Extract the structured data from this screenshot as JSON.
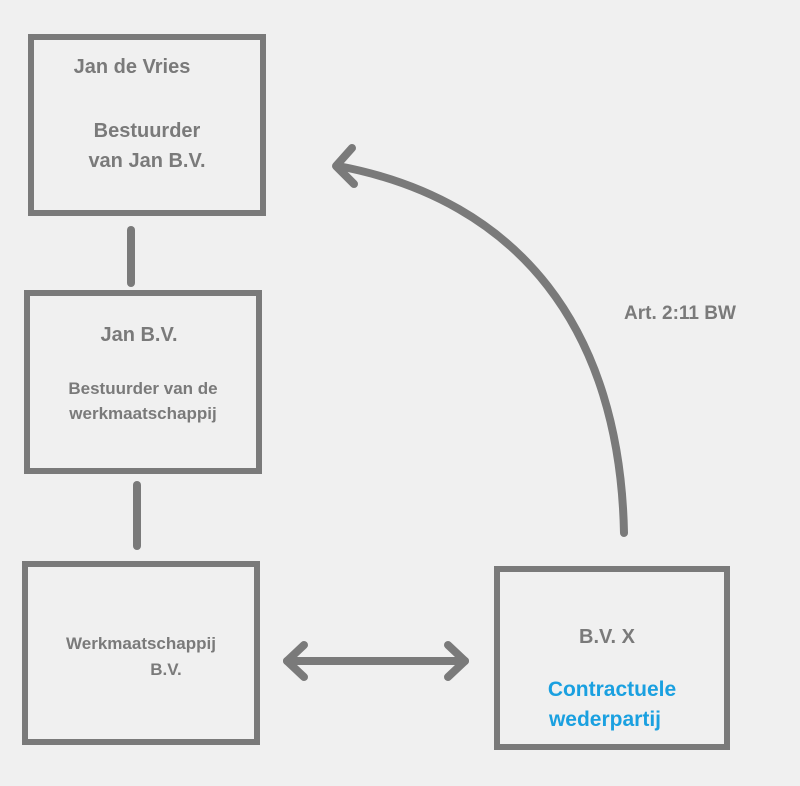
{
  "boxes": {
    "jan_de_vries": {
      "name": "Jan de Vries",
      "role_line1": "Bestuurder",
      "role_line2": "van Jan B.V."
    },
    "jan_bv": {
      "name": "Jan B.V.",
      "role_line1": "Bestuurder van de",
      "role_line2": "werkmaatschappij"
    },
    "werkmaatschappij": {
      "line1": "Werkmaatschappij",
      "line2": "B.V."
    },
    "bv_x": {
      "name": "B.V. X",
      "role_line1": "Contractuele",
      "role_line2": "wederpartij"
    }
  },
  "arrow_label": "Art. 2:11 BW",
  "colors": {
    "box_stroke": "#7a7a7a",
    "text_gray": "#7a7a7a",
    "accent_blue": "#1aa0e0",
    "background": "#f0f0f0"
  }
}
